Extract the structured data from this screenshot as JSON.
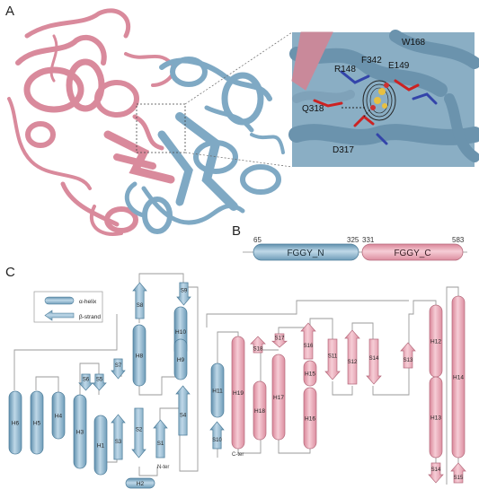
{
  "panels": {
    "a_label": "A",
    "b_label": "B",
    "c_label": "C"
  },
  "colors": {
    "blue": "#8fb7d1",
    "blue_dark": "#4d7d9a",
    "pink": "#e8a1b0",
    "pink_dark": "#b56a7c",
    "inset_bg": "#8aaec4",
    "line": "#888888"
  },
  "inset_labels": {
    "w168": "W168",
    "f342": "F342",
    "e149": "E149",
    "r148": "R148",
    "q318": "Q318",
    "d317": "D317"
  },
  "domain_bar": {
    "n_start": "65",
    "n_end": "325",
    "c_start": "331",
    "c_end": "583",
    "n_label": "FGGY_N",
    "c_label": "FGGY_C"
  },
  "legend": {
    "helix": "α-helix",
    "strand": "β-strand"
  },
  "topology": {
    "n_ter": "N-ter",
    "c_ter": "C-ter",
    "blue_helices": [
      {
        "id": "h6",
        "label": "H6"
      },
      {
        "id": "h5",
        "label": "H5"
      },
      {
        "id": "h4",
        "label": "H4"
      },
      {
        "id": "h3",
        "label": "H3"
      },
      {
        "id": "h1",
        "label": "H1"
      },
      {
        "id": "h8",
        "label": "H8"
      },
      {
        "id": "h10",
        "label": "H10"
      },
      {
        "id": "h9",
        "label": "H9"
      },
      {
        "id": "h11",
        "label": "H11"
      }
    ],
    "h2": "H2",
    "blue_strands": [
      {
        "id": "s6",
        "label": "S6"
      },
      {
        "id": "s5",
        "label": "S5"
      },
      {
        "id": "s7",
        "label": "S7"
      },
      {
        "id": "s8",
        "label": "S8"
      },
      {
        "id": "s9",
        "label": "S9"
      },
      {
        "id": "s3",
        "label": "S3"
      },
      {
        "id": "s2",
        "label": "S2"
      },
      {
        "id": "s1",
        "label": "S1"
      },
      {
        "id": "s4",
        "label": "S4"
      },
      {
        "id": "s10",
        "label": "S10"
      }
    ],
    "pink_helices": [
      {
        "id": "h19",
        "label": "H19"
      },
      {
        "id": "h18",
        "label": "H18"
      },
      {
        "id": "h17",
        "label": "H17"
      },
      {
        "id": "h15",
        "label": "H15"
      },
      {
        "id": "h16",
        "label": "H16"
      },
      {
        "id": "h12",
        "label": "H12"
      },
      {
        "id": "h13",
        "label": "H13"
      },
      {
        "id": "h14",
        "label": "H14"
      }
    ],
    "pink_strands": [
      {
        "id": "s18",
        "label": "S18"
      },
      {
        "id": "s17",
        "label": "S17"
      },
      {
        "id": "s16",
        "label": "S16"
      },
      {
        "id": "s11",
        "label": "S11"
      },
      {
        "id": "s12",
        "label": "S12"
      },
      {
        "id": "s14a",
        "label": "S14"
      },
      {
        "id": "s13",
        "label": "S13"
      },
      {
        "id": "s14b",
        "label": "S14"
      },
      {
        "id": "s15",
        "label": "S15"
      }
    ]
  }
}
